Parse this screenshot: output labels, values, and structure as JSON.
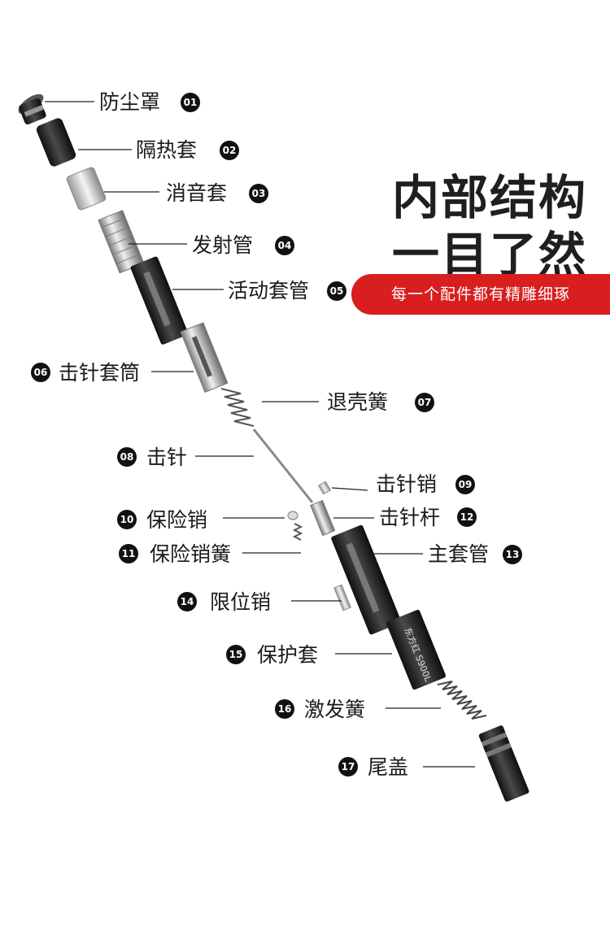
{
  "headline": {
    "line1": "内部结构",
    "line2": "一目了然"
  },
  "banner": {
    "text": "每一个配件都有精雕细琢"
  },
  "brand_print": "东方红 S900L",
  "colors": {
    "banner": "#d81e1e",
    "badge": "#111111",
    "metal_dark": "#2a2a2a",
    "metal_light": "#c8c8c8"
  },
  "parts": [
    {
      "num": "01",
      "name": "防尘罩"
    },
    {
      "num": "02",
      "name": "隔热套"
    },
    {
      "num": "03",
      "name": "消音套"
    },
    {
      "num": "04",
      "name": "发射管"
    },
    {
      "num": "05",
      "name": "活动套管"
    },
    {
      "num": "06",
      "name": "击针套筒"
    },
    {
      "num": "07",
      "name": "退壳簧"
    },
    {
      "num": "08",
      "name": "击针"
    },
    {
      "num": "09",
      "name": "击针销"
    },
    {
      "num": "10",
      "name": "保险销"
    },
    {
      "num": "11",
      "name": "保险销簧"
    },
    {
      "num": "12",
      "name": "击针杆"
    },
    {
      "num": "13",
      "name": "主套管"
    },
    {
      "num": "14",
      "name": "限位销"
    },
    {
      "num": "15",
      "name": "保护套"
    },
    {
      "num": "16",
      "name": "激发簧"
    },
    {
      "num": "17",
      "name": "尾盖"
    }
  ]
}
